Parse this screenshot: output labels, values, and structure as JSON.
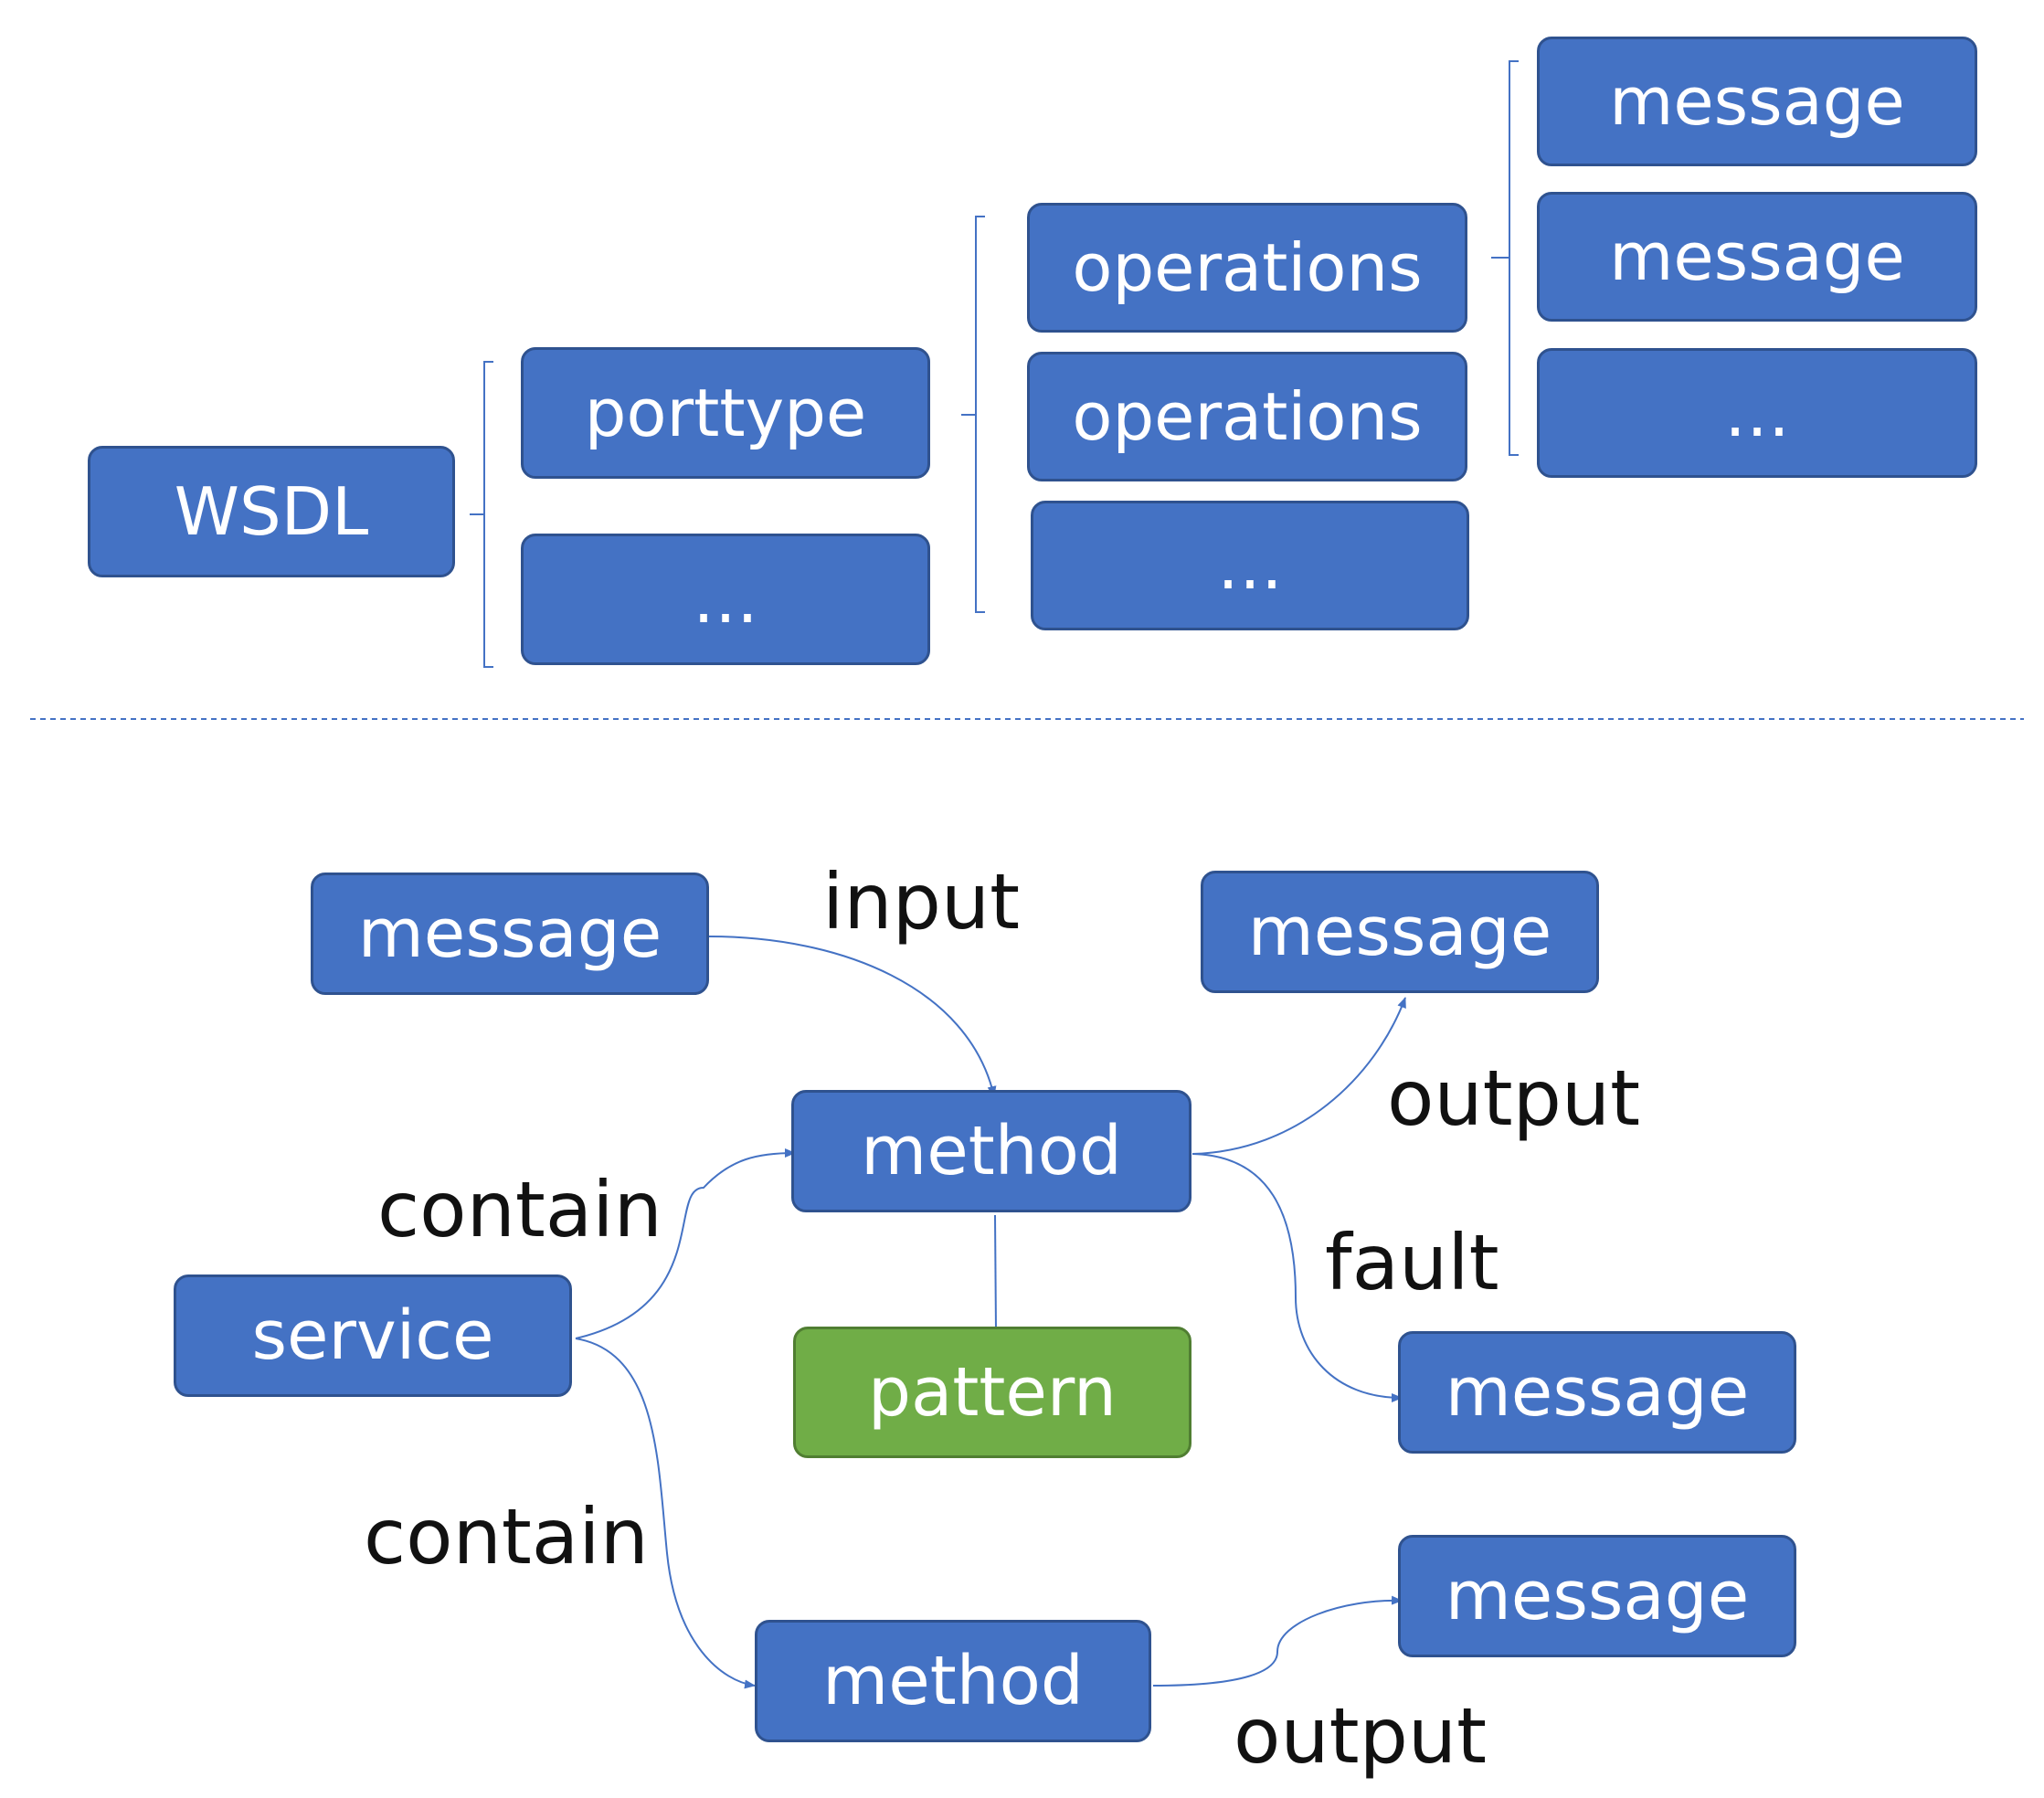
{
  "colors": {
    "node_fill": "#4472c4",
    "node_border": "#2f528f",
    "pattern_fill": "#70ad47",
    "pattern_border": "#507e32",
    "connector": "#4472c4",
    "separator": "#4472c4"
  },
  "hierarchy": {
    "root": "WSDL",
    "level1": [
      "porttype",
      "…"
    ],
    "level2": [
      "operations",
      "operations",
      "…"
    ],
    "level3": [
      "message",
      "message",
      "…"
    ]
  },
  "flow": {
    "nodes": {
      "message_input": "message",
      "message_output_top": "message",
      "method_main": "method",
      "service": "service",
      "pattern": "pattern",
      "message_fault": "message",
      "message_output_bottom": "message",
      "method_second": "method"
    },
    "labels": {
      "input": "input",
      "output_top": "output",
      "contain_top": "contain",
      "fault": "fault",
      "contain_bottom": "contain",
      "output_bottom": "output"
    }
  }
}
